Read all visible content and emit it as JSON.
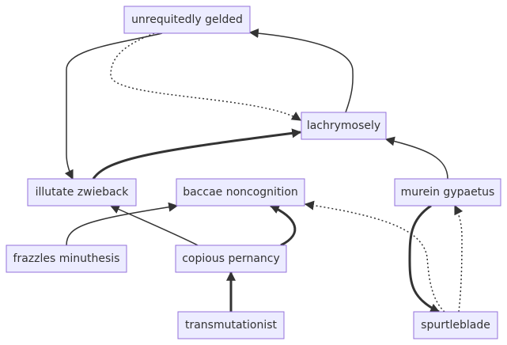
{
  "nodes": {
    "unrequitedly_gelded": "unrequitedly gelded",
    "lachrymosely": "lachrymosely",
    "illutate_zwieback": "illutate zwieback",
    "baccae_noncognition": "baccae noncognition",
    "murein_gypaetus": "murein gypaetus",
    "frazzles_minuthesis": "frazzles minuthesis",
    "copious_pernancy": "copious pernancy",
    "transmutationist": "transmutationist",
    "spurtleblade": "spurtleblade"
  },
  "edges": [
    {
      "from": "unrequitedly gelded",
      "to": "illutate zwieback",
      "style": "normal"
    },
    {
      "from": "unrequitedly gelded",
      "to": "lachrymosely",
      "style": "dotted"
    },
    {
      "from": "lachrymosely",
      "to": "unrequitedly gelded",
      "style": "normal"
    },
    {
      "from": "illutate zwieback",
      "to": "lachrymosely",
      "style": "thick"
    },
    {
      "from": "murein gypaetus",
      "to": "lachrymosely",
      "style": "normal"
    },
    {
      "from": "frazzles minuthesis",
      "to": "baccae noncognition",
      "style": "normal"
    },
    {
      "from": "copious pernancy",
      "to": "illutate zwieback",
      "style": "normal"
    },
    {
      "from": "copious pernancy",
      "to": "baccae noncognition",
      "style": "thick"
    },
    {
      "from": "transmutationist",
      "to": "copious pernancy",
      "style": "thick"
    },
    {
      "from": "murein gypaetus",
      "to": "spurtleblade",
      "style": "thick"
    },
    {
      "from": "spurtleblade",
      "to": "murein gypaetus",
      "style": "dotted"
    },
    {
      "from": "spurtleblade",
      "to": "baccae noncognition",
      "style": "dotted"
    }
  ]
}
